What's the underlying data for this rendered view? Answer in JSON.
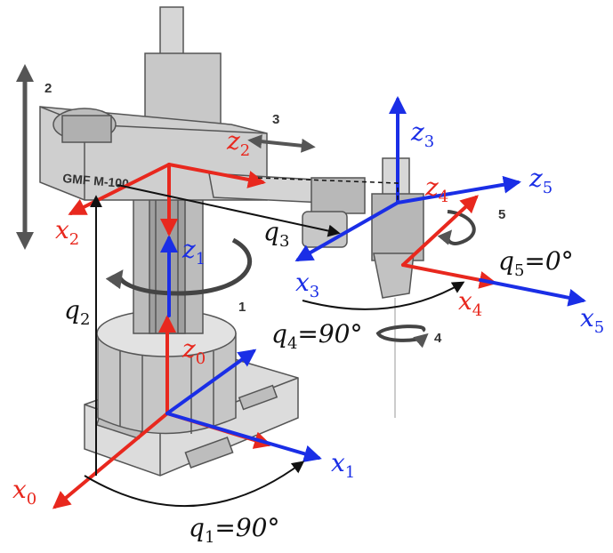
{
  "colors": {
    "red": "#e8281e",
    "blue": "#1a2ee6",
    "black": "#111111",
    "machine_dark": "#555555",
    "machine_mid": "#9a9a9a",
    "machine_light": "#d4d4d4",
    "background": "#ffffff"
  },
  "machine": {
    "brand": "GMF M-100",
    "motion_numbers": [
      "1",
      "2",
      "3",
      "4",
      "5"
    ]
  },
  "frames": {
    "x0": {
      "base": "x",
      "sub": "0"
    },
    "z0": {
      "base": "z",
      "sub": "0"
    },
    "x1": {
      "base": "x",
      "sub": "1"
    },
    "z1": {
      "base": "z",
      "sub": "1"
    },
    "x2": {
      "base": "x",
      "sub": "2"
    },
    "z2": {
      "base": "z",
      "sub": "2"
    },
    "x3": {
      "base": "x",
      "sub": "3"
    },
    "z3": {
      "base": "z",
      "sub": "3"
    },
    "x4": {
      "base": "x",
      "sub": "4"
    },
    "z4": {
      "base": "z",
      "sub": "4"
    },
    "x5": {
      "base": "x",
      "sub": "5"
    },
    "z5": {
      "base": "z",
      "sub": "5"
    }
  },
  "joints": {
    "q1": {
      "base": "q",
      "sub": "1",
      "value": "=90°"
    },
    "q2": {
      "base": "q",
      "sub": "2",
      "value": ""
    },
    "q3": {
      "base": "q",
      "sub": "3",
      "value": ""
    },
    "q4": {
      "base": "q",
      "sub": "4",
      "value": "=90°"
    },
    "q5": {
      "base": "q",
      "sub": "5",
      "value": "=0°"
    }
  }
}
